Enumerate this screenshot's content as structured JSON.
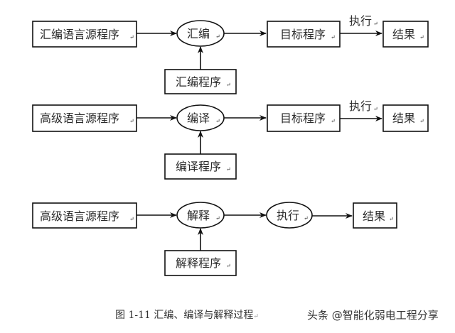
{
  "rows": [
    {
      "source": "汇编语言源程序",
      "process": "汇编",
      "translator": "汇编程序",
      "intermediate": "目标程序",
      "exec_label": "执行",
      "result": "结果"
    },
    {
      "source": "高级语言源程序",
      "process": "编译",
      "translator": "编译程序",
      "intermediate": "目标程序",
      "exec_label": "执行",
      "result": "结果"
    },
    {
      "source": "高级语言源程序",
      "process": "解释",
      "translator": "解释程序",
      "exec_node": "执行",
      "result": "结果"
    }
  ],
  "paragraph_mark": "↵",
  "caption": "图 1-11  汇编、编译与解释过程",
  "watermark": "头条 @智能化弱电工程分享"
}
